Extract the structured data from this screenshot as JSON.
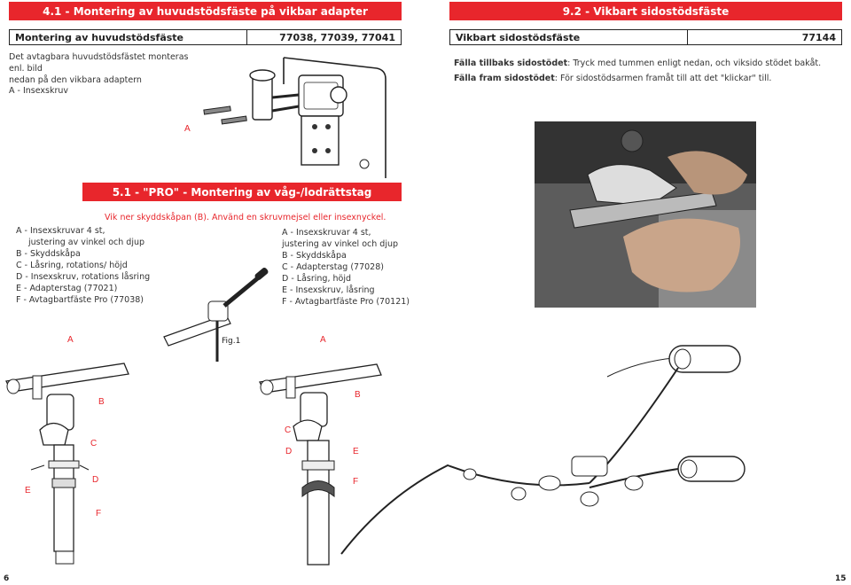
{
  "left": {
    "section_title": "4.1 - Montering av huvudstödsfäste på vikbar adapter",
    "table": {
      "name": "Montering av huvudstödsfäste",
      "codes": "77038, 77039, 77041"
    },
    "intro_line1": "Det avtagbara huvudstödsfästet monteras enl. bild",
    "intro_line2": "nedan på den vikbara adaptern",
    "label_a": "A - Insexskruv",
    "fig_label_a": "A"
  },
  "right": {
    "section_title": "9.2 - Vikbart sidostödsfäste",
    "table": {
      "name": "Vikbart  sidostödsfäste",
      "codes": "77144"
    },
    "line1_bold": "Fälla tillbaks sidostödet",
    "line1_rest": ": Tryck med tummen enligt nedan, och viksido stödet bakåt.",
    "line2_bold": "Fälla fram sidostödet",
    "line2_rest": ": För sidostödsarmen framåt till att det \"klickar\" till."
  },
  "pro": {
    "title": "5.1 - \"PRO\" - Montering av våg-/lodrättstag",
    "subtitle": "Vik ner skyddskåpan (B). Använd en skruvmejsel eller insexnyckel.",
    "list_left": [
      "A - Insexskruvar 4 st,",
      "justering av vinkel och djup",
      "B - Skyddskåpa",
      "C - Låsring, rotations/ höjd",
      "D - Insexskruv, rotations låsring",
      "E - Adapterstag (77021)",
      "F - Avtagbartfäste Pro (77038)"
    ],
    "list_right": [
      "A - Insexskruvar 4 st,",
      "justering av vinkel och djup",
      "B - Skyddskåpa",
      "C - Adapterstag (77028)",
      "D - Låsring, höjd",
      "E - Insexskruv, låsring",
      "F - Avtagbartfäste Pro (70121)"
    ],
    "fig_caption": "Fig.1",
    "left_fig_labels": {
      "a": "A",
      "b": "B",
      "c": "C",
      "d": "D",
      "e": "E",
      "f": "F"
    },
    "right_fig_labels": {
      "a": "A",
      "b": "B",
      "c": "C",
      "d": "D",
      "e": "E",
      "f": "F"
    }
  },
  "page_numbers": {
    "left": "6",
    "right": "15"
  },
  "colors": {
    "accent": "#e8262c",
    "border": "#222222"
  }
}
